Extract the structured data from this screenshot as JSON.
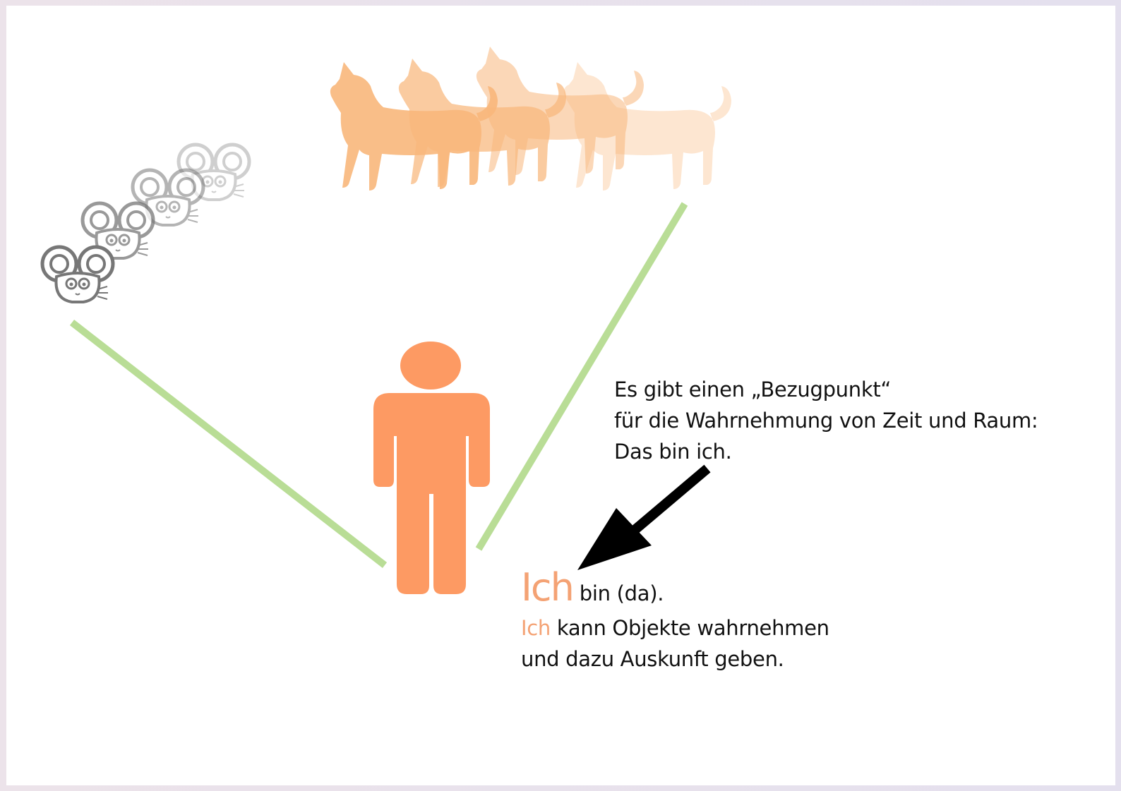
{
  "colors": {
    "accent": "#f4a274",
    "person": "#fd9a63",
    "sight_line": "#b9dd96",
    "cat": "#f8b77b",
    "mouse": "#777777",
    "arrow": "#000000"
  },
  "annotation_top": {
    "line1": "Es gibt einen „Bezugpunkt“",
    "line2": "für die Wahrnehmung von Zeit und Raum:",
    "line3": "Das bin ich."
  },
  "annotation_bottom": {
    "line1_accent": "Ich",
    "line1_rest": " bin (da).",
    "line2_accent": "Ich",
    "line2_rest": " kann Objekte wahrnehmen",
    "line3": "und dazu Auskunft geben."
  },
  "icons": [
    "person-icon",
    "cat-icon",
    "mouse-icon",
    "arrow-icon"
  ]
}
